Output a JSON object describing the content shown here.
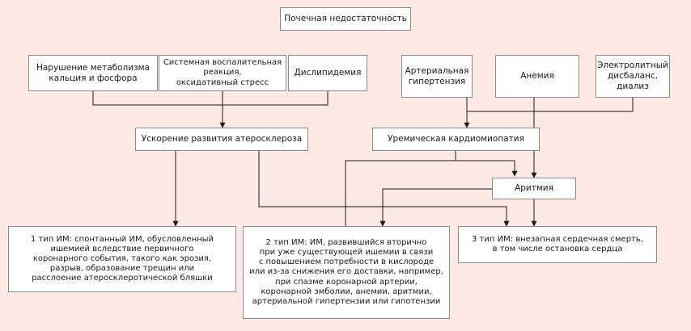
{
  "diagram": {
    "root": "Почечная недостаточность",
    "causes": {
      "metabolism": "Нарушение метаболизма\nкальция и фосфора",
      "inflammation": "Системная воспалительная\nреакция,\nоксидативный стресс",
      "dyslipidemia": "Дислипидемия",
      "hypertension": "Артериальная\nгипертензия",
      "anemia": "Анемия",
      "electrolyte": "Электролитный\nдисбаланс,\nдиализ"
    },
    "intermediate": {
      "atherosclerosis": "Ускорение развития атеросклероза",
      "cardiomyopathy": "Уремическая кардиомиопатия",
      "arrhythmia": "Аритмия"
    },
    "outcomes": {
      "mi_type1": "1 тип ИМ: спонтанный ИМ, обусловленный\nишемией вследствие первичного\nкоронарного события, такого как эрозия,\nразрыв, образование трещин или\nрасслоение атеросклеротической бляшки",
      "mi_type2": "2 тип ИМ: ИМ, развившийся вторично\nпри уже существующей ишемии в связи\nс повышением потребности в кислороде\nили из-за снижения его доставки, например,\nпри спазме коронарной артерии,\nкоронарной эмболии, анемии, аритмии,\nартериальной гипертензии или гипотензии",
      "mi_type3": "3 тип ИМ: внезапная сердечная смерть,\nв том числе остановка сердца"
    }
  },
  "colors": {
    "background": "#fde9e4",
    "box_fill": "#ffffff",
    "box_border": "#8a8a8a",
    "connector": "#1a1a1a"
  }
}
